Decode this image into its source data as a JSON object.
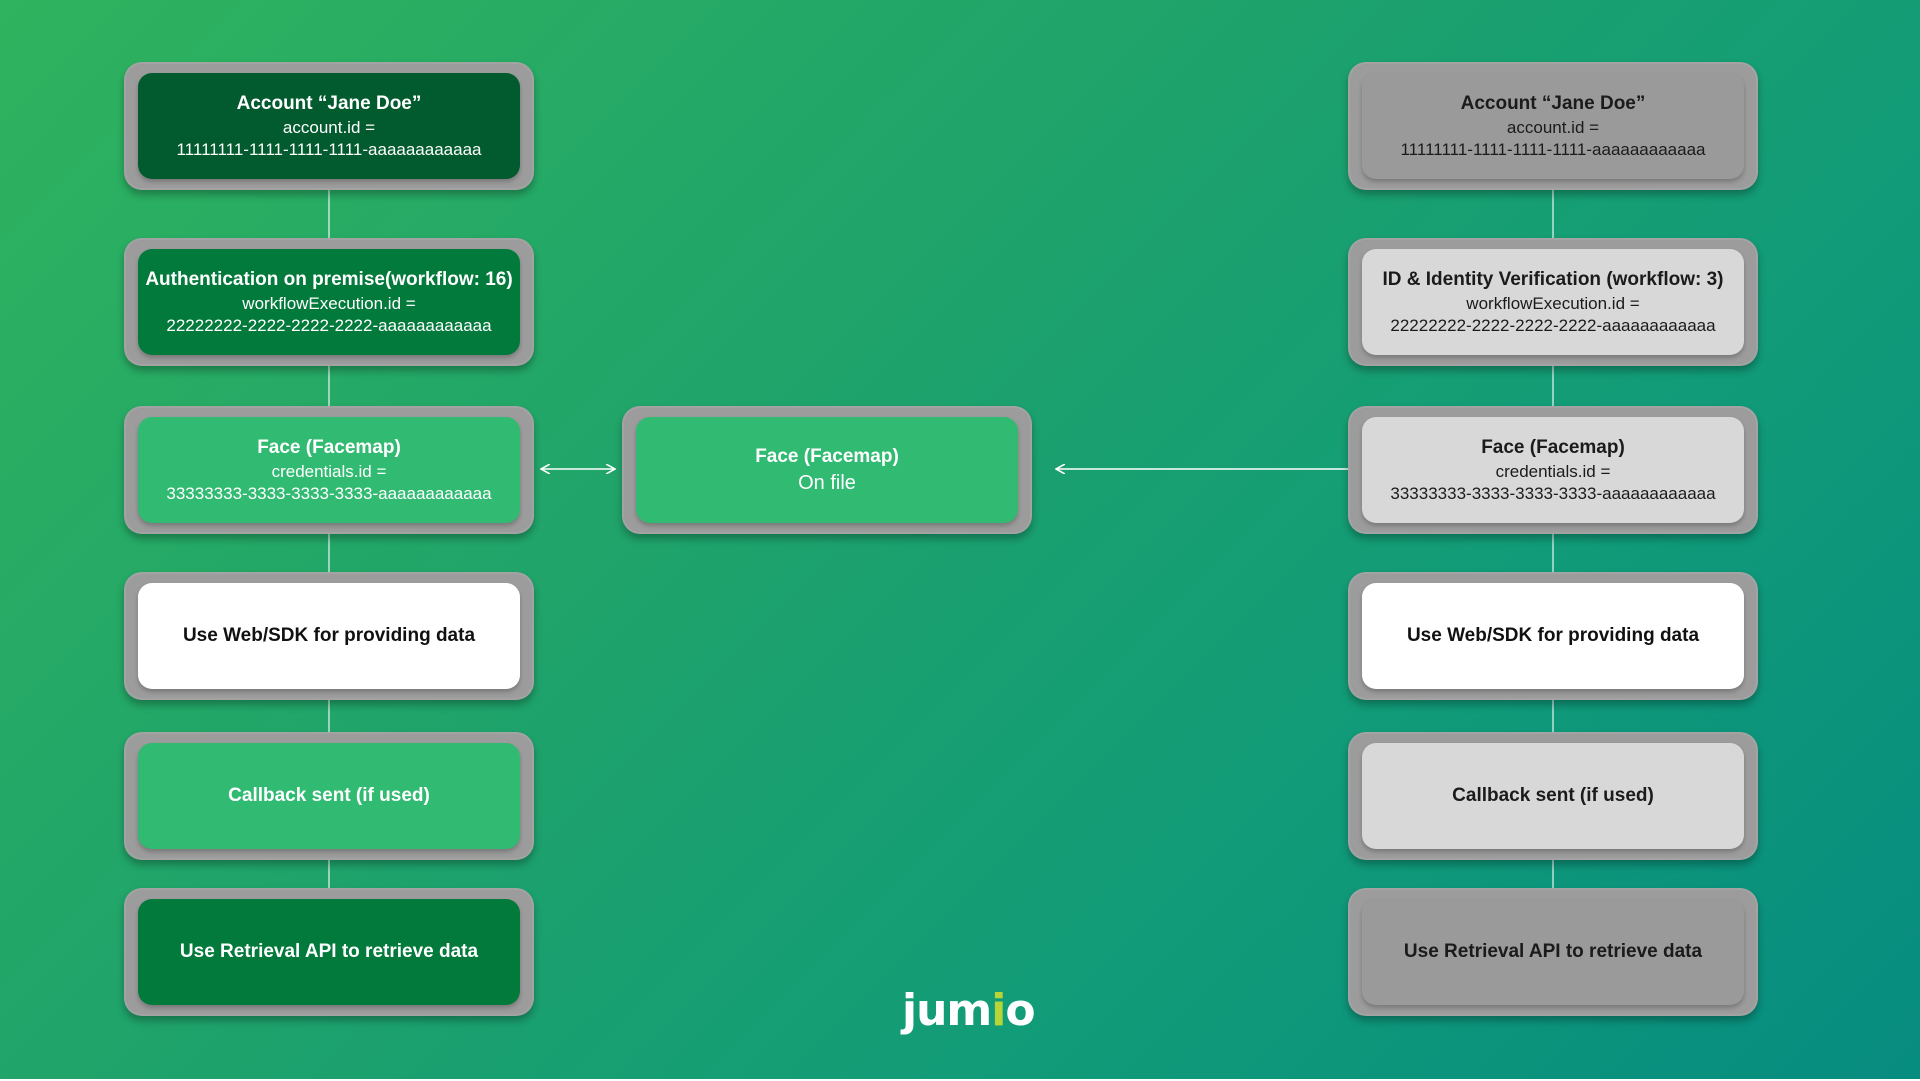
{
  "left_column": [
    {
      "title": "Account “Jane Doe”",
      "line1": "account.id =",
      "line2": "11111111-1111-1111-1111-aaaaaaaaaaaa"
    },
    {
      "title": "Authentication on premise(workflow: 16)",
      "line1": "workflowExecution.id =",
      "line2": "22222222-2222-2222-2222-aaaaaaaaaaaa"
    },
    {
      "title": "Face (Facemap)",
      "line1": "credentials.id =",
      "line2": "33333333-3333-3333-3333-aaaaaaaaaaaa"
    },
    {
      "title": "Use Web/SDK for providing data"
    },
    {
      "title": "Callback sent (if used)"
    },
    {
      "title": "Use Retrieval API to retrieve data"
    }
  ],
  "center_box": {
    "title": "Face (Facemap)",
    "subtitle": "On file"
  },
  "right_column": [
    {
      "title": "Account “Jane Doe”",
      "line1": "account.id =",
      "line2": "11111111-1111-1111-1111-aaaaaaaaaaaa"
    },
    {
      "title": "ID & Identity Verification (workflow: 3)",
      "line1": "workflowExecution.id =",
      "line2": "22222222-2222-2222-2222-aaaaaaaaaaaa"
    },
    {
      "title": "Face (Facemap)",
      "line1": "credentials.id =",
      "line2": "33333333-3333-3333-3333-aaaaaaaaaaaa"
    },
    {
      "title": "Use Web/SDK for providing data"
    },
    {
      "title": "Callback sent (if used)"
    },
    {
      "title": "Use Retrieval API to retrieve data"
    }
  ],
  "logo": {
    "text_before": "jum",
    "accent_letter": "i",
    "text_after": "o",
    "accent_color": "#b8d538"
  },
  "colors": {
    "dark_green": "#015b2e",
    "medium_green": "#027a3b",
    "light_green": "#31ba72",
    "grey": "#9a9a9a",
    "light_grey": "#d8d8d8",
    "frame_grey": "#9c9c9c"
  }
}
